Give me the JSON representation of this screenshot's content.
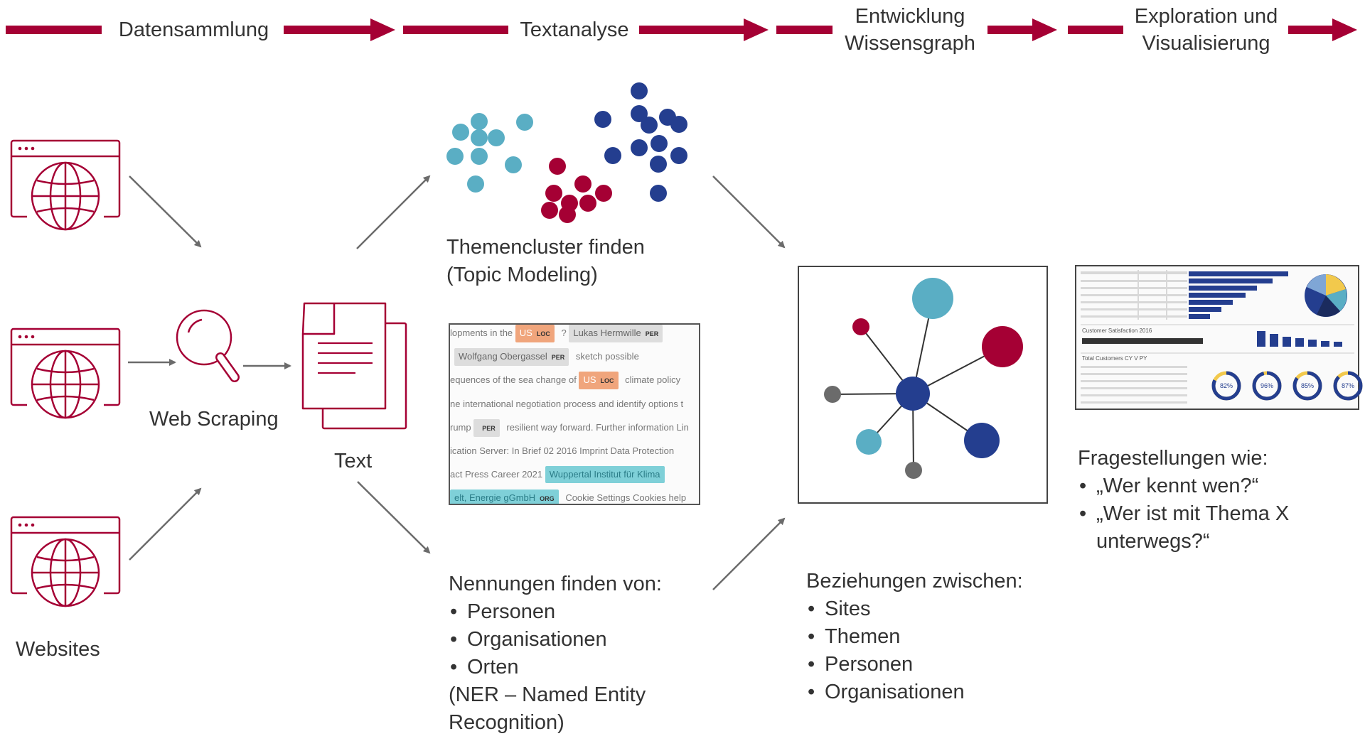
{
  "colors": {
    "accent": "#a50034",
    "teal": "#5aaec4",
    "navy": "#243e8f",
    "grey": "#6b6b6b",
    "ner_loc": "#f0a57c",
    "ner_per": "#dddddd",
    "ner_org": "#7fd0d8"
  },
  "header": {
    "stages": [
      "Datensammlung",
      "Textanalyse",
      "Entwicklung Wissensgraph",
      "Exploration und Visualisierung"
    ]
  },
  "collection": {
    "icons": [
      "globe-browser-icon",
      "magnifier-icon",
      "document-icon"
    ],
    "websites_label": "Websites",
    "scraping_label": "Web Scraping",
    "text_label": "Text"
  },
  "analysis": {
    "topic_title": "Themencluster finden",
    "topic_subtitle": "(Topic Modeling)",
    "ner_intro": "Nennungen finden von:",
    "ner_items": [
      "Personen",
      "Organisationen",
      "Orten"
    ],
    "ner_note_line1": "(NER – Named Entity",
    "ner_note_line2": "Recognition)",
    "ner_sample": {
      "l1_a": "lopments in the",
      "l1_tag": "US",
      "l1_tag_type": "LOC",
      "l1_b": "?",
      "l1_tag2": "Lukas Hermwille",
      "l1_tag2_type": "PER",
      "l2_tag": "Wolfgang Obergassel",
      "l2_tag_type": "PER",
      "l2_b": "sketch possible",
      "l3_a": "equences of the sea change of",
      "l3_tag": "US",
      "l3_tag_type": "LOC",
      "l3_b": "climate policy",
      "l4_a": "ne international negotiation process and identify options t",
      "l5_a": "rump",
      "l5_tag_type": "PER",
      "l5_b": "resilient way forward. Further information Lin",
      "l6_a": "ication Server: In Brief 02 2016 Imprint Data Protection",
      "l7_a": "act Press Career 2021",
      "l7_tag": "Wuppertal Institut für Klima",
      "l8_tag": "elt, Energie gGmbH",
      "l8_tag_type": "ORG",
      "l8_b": "Cookie Settings Cookies help"
    }
  },
  "graph": {
    "intro": "Beziehungen zwischen:",
    "items": [
      "Sites",
      "Themen",
      "Personen",
      "Organisationen"
    ]
  },
  "exploration": {
    "dashboard_title": "Customer Satisfaction 2016",
    "dashboard_subtitle": "Total Customers CY V PY",
    "gauges": [
      "82%",
      "96%",
      "85%",
      "87%"
    ],
    "intro": "Fragestellungen wie:",
    "q1": "„Wer kennt wen?“",
    "q2_line1": "„Wer ist mit Thema X",
    "q2_line2": "unterwegs?“"
  }
}
